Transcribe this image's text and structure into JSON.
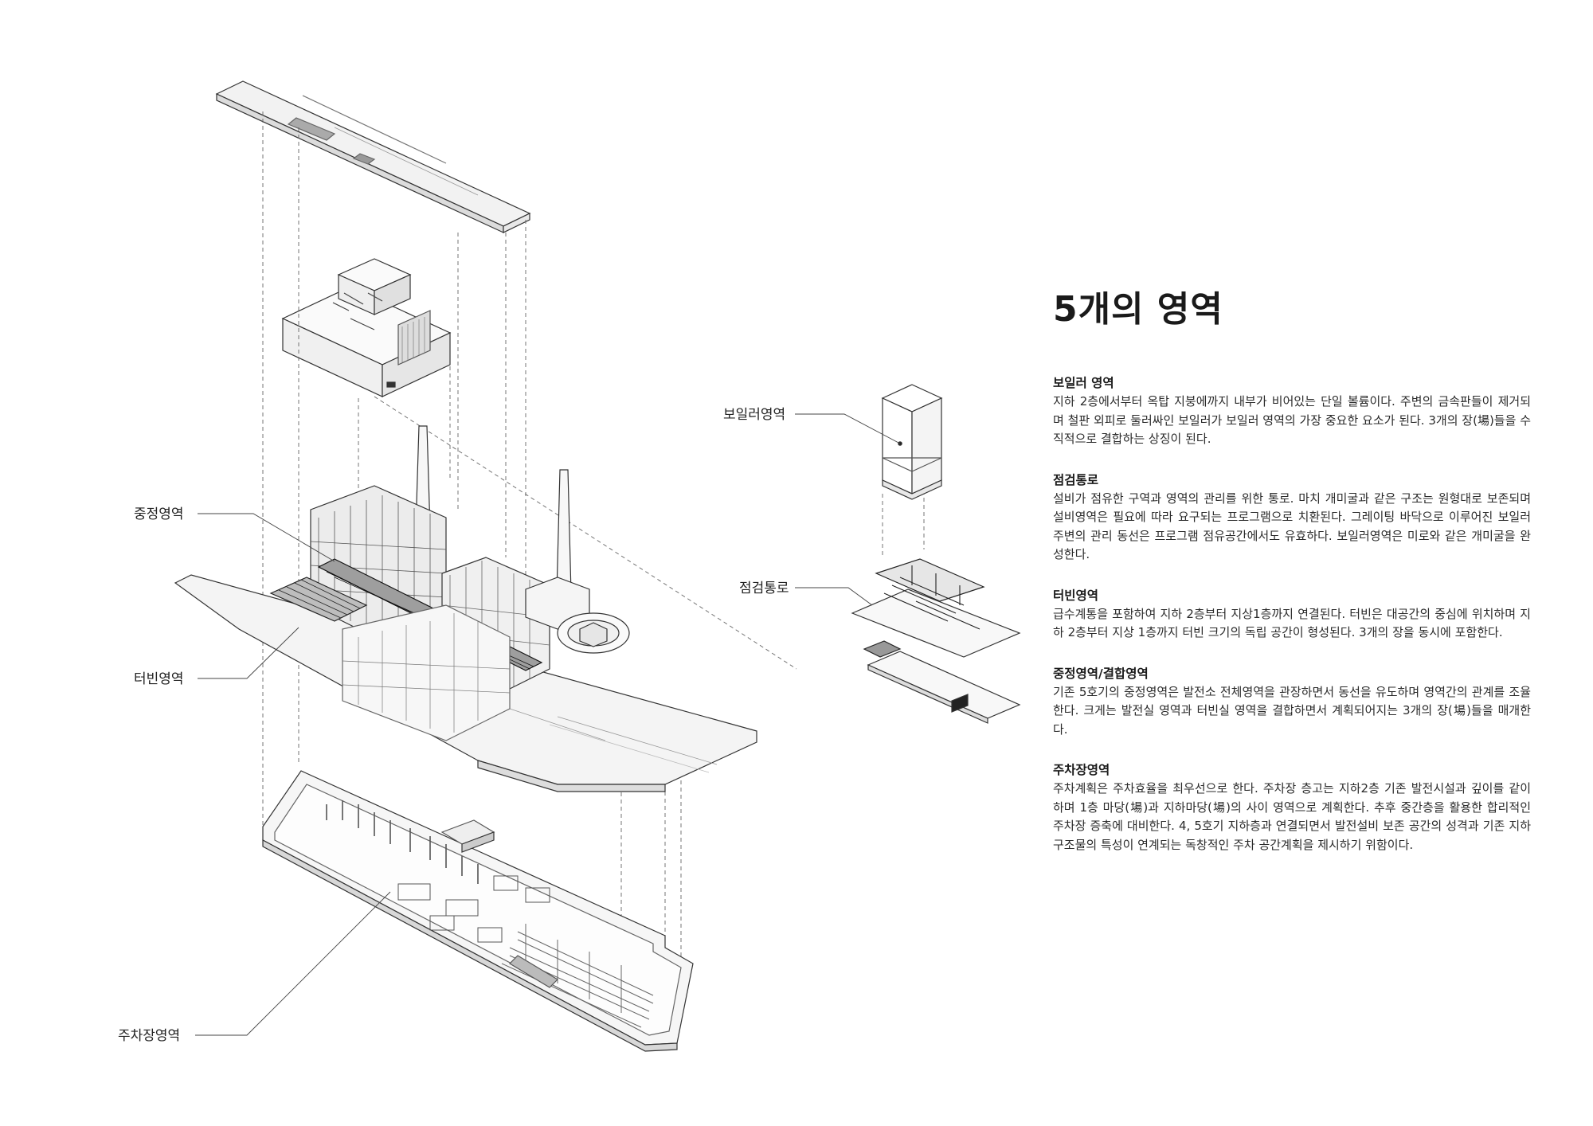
{
  "title": "5개의 영역",
  "labels": {
    "boiler": "보일러영역",
    "inspection": "점검통로",
    "courtyard": "중정영역",
    "turbine": "터빈영역",
    "parking": "주차장영역"
  },
  "sections": [
    {
      "title": "보일러 영역",
      "body": "지하 2층에서부터 옥탑 지붕에까지 내부가 비어있는 단일 볼륨이다. 주변의 금속판들이 제거되며 철판 외피로 둘러싸인 보일러가 보일러 영역의 가장 중요한 요소가 된다. 3개의 장(場)들을 수직적으로 결합하는 상징이 된다."
    },
    {
      "title": "점검통로",
      "body": "설비가 점유한 구역과 영역의 관리를 위한 통로. 마치 개미굴과 같은 구조는 원형대로 보존되며 설비영역은 필요에 따라 요구되는 프로그램으로 치환된다. 그레이팅 바닥으로 이루어진 보일러 주변의 관리 동선은 프로그램 점유공간에서도 유효하다. 보일러영역은 미로와 같은 개미굴을 완성한다."
    },
    {
      "title": "터빈영역",
      "body": "급수계통을 포함하여 지하 2층부터 지상1층까지 연결된다. 터빈은 대공간의 중심에 위치하며 지하 2층부터 지상 1층까지 터빈 크기의 독립 공간이 형성된다. 3개의 장을 동시에 포함한다."
    },
    {
      "title": "중정영역/결합영역",
      "body": "기존 5호기의 중정영역은 발전소 전체영역을 관장하면서 동선을 유도하며 영역간의 관계를 조율한다. 크게는 발전실 영역과 터빈실 영역을 결합하면서 계획되어지는 3개의 장(場)들을 매개한다."
    },
    {
      "title": "주차장영역",
      "body": "주차계획은 주차효율을 최우선으로 한다. 주차장 층고는 지하2층 기존 발전시설과 깊이를 같이하며 1층 마당(場)과 지하마당(場)의 사이 영역으로 계획한다. 추후 중간층을 활용한 합리적인 주차장 증축에 대비한다. 4, 5호기 지하층과 연결되면서 발전설비 보존 공간의 성격과 기존 지하구조물의 특성이 연계되는 독창적인 주차 공간계획을 제시하기 위함이다."
    }
  ]
}
